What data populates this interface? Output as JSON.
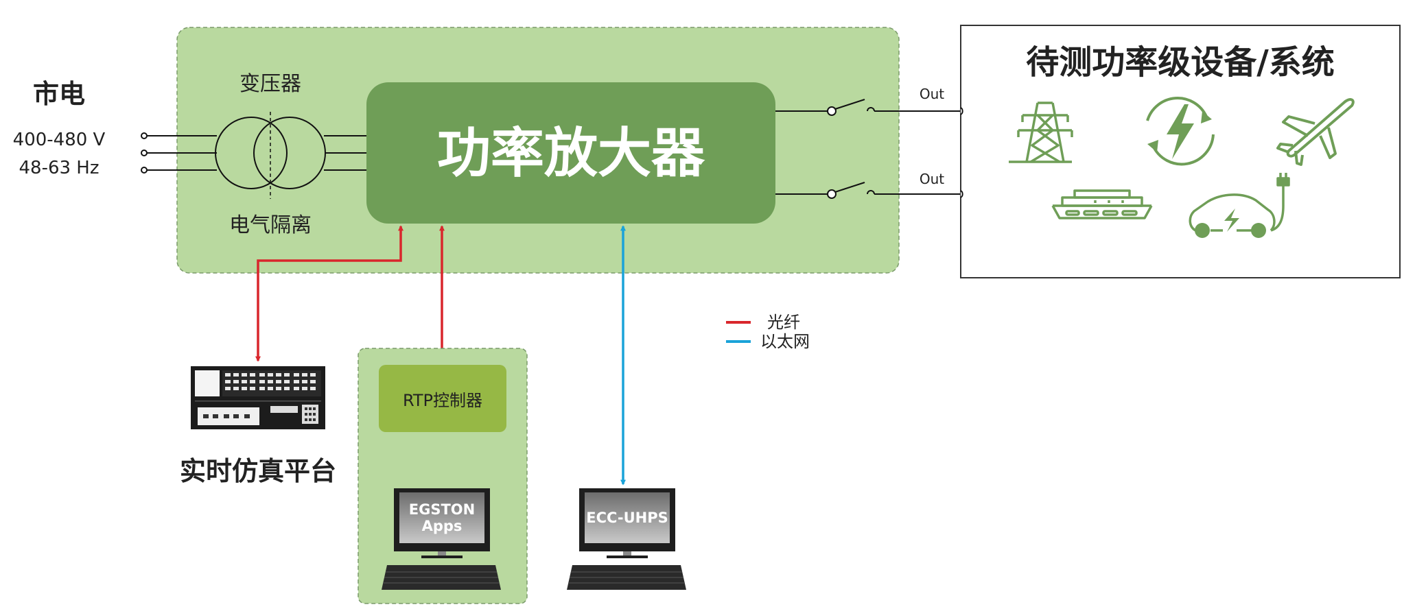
{
  "mains": {
    "title": "市电",
    "voltage": "400-480 V",
    "frequency": "48-63 Hz"
  },
  "transformer": {
    "label_top": "变压器",
    "label_bottom": "电气隔离"
  },
  "amplifier": {
    "title": "功率放大器"
  },
  "outputs": [
    "Out",
    "Out"
  ],
  "dut": {
    "title": "待测功率级设备/系统",
    "icons": [
      "power-tower-icon",
      "renewable-energy-icon",
      "airplane-icon",
      "ship-icon",
      "electric-car-icon"
    ]
  },
  "legend": {
    "fiber": "光纤",
    "ethernet": "以太网"
  },
  "realtime_sim": {
    "title": "实时仿真平台"
  },
  "rtp": {
    "label": "RTP控制器"
  },
  "pc_egston": {
    "line1": "EGSTON",
    "line2": "Apps"
  },
  "pc_ecc": {
    "label": "ECC-UHPS"
  },
  "colors": {
    "panel_green": "#b9d99f",
    "amp_green": "#6f9e57",
    "rtp_green": "#96b845",
    "icon_green": "#6f9e57",
    "fiber_red": "#d9262c",
    "ethernet_blue": "#1aa3d9"
  }
}
